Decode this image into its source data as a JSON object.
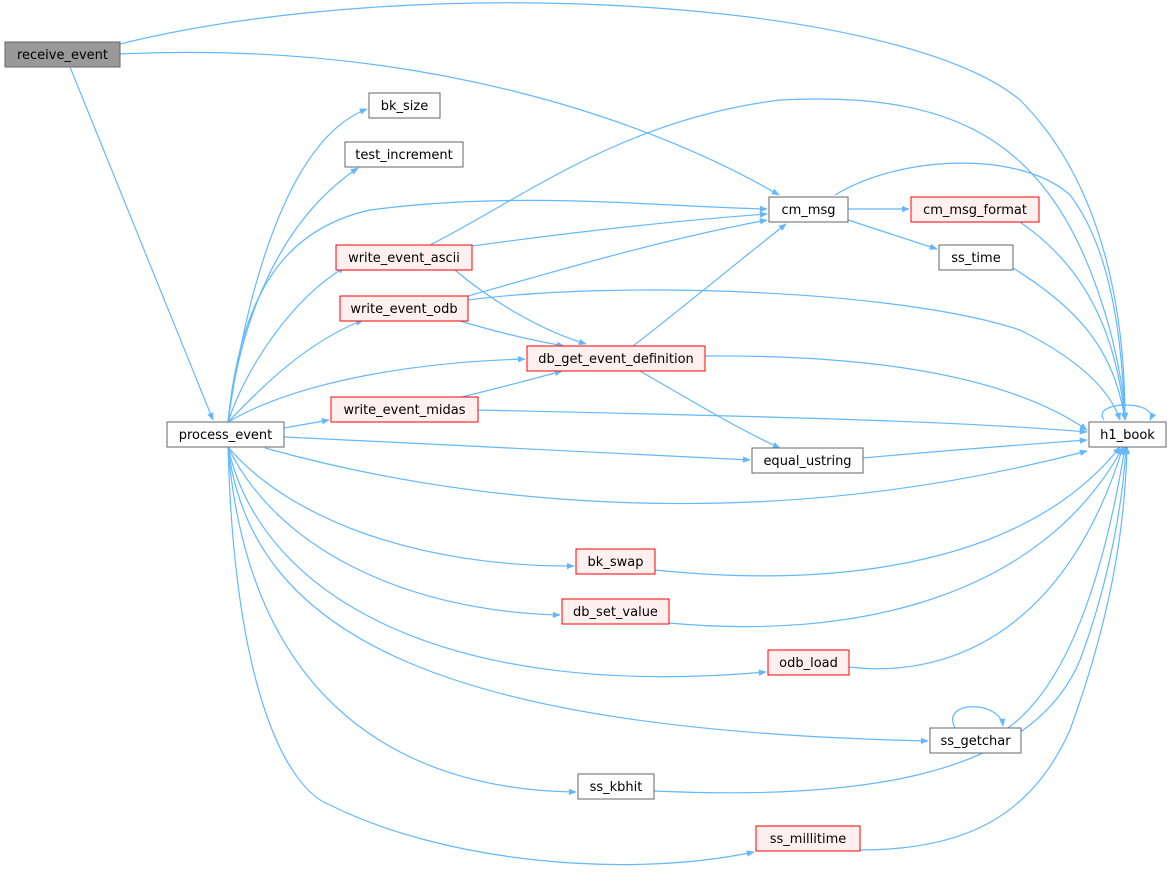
{
  "colors": {
    "edge": "#63b8ff",
    "node_border": "#666666",
    "node_fill": "#ffffff",
    "focus_fill": "#999999",
    "focus_border": "#666666",
    "ref_border": "#ff0000",
    "ref_fill": "#fff0f0"
  },
  "nodes": [
    {
      "id": "receive_event",
      "label": "receive_event",
      "kind": "focus"
    },
    {
      "id": "process_event",
      "label": "process_event",
      "kind": "plain"
    },
    {
      "id": "bk_size",
      "label": "bk_size",
      "kind": "plain"
    },
    {
      "id": "test_increment",
      "label": "test_increment",
      "kind": "plain"
    },
    {
      "id": "cm_msg",
      "label": "cm_msg",
      "kind": "plain"
    },
    {
      "id": "cm_msg_format",
      "label": "cm_msg_format",
      "kind": "ref"
    },
    {
      "id": "ss_time",
      "label": "ss_time",
      "kind": "plain"
    },
    {
      "id": "write_event_ascii",
      "label": "write_event_ascii",
      "kind": "ref"
    },
    {
      "id": "write_event_odb",
      "label": "write_event_odb",
      "kind": "ref"
    },
    {
      "id": "db_get_event_definition",
      "label": "db_get_event_definition",
      "kind": "ref"
    },
    {
      "id": "write_event_midas",
      "label": "write_event_midas",
      "kind": "ref"
    },
    {
      "id": "h1_book",
      "label": "h1_book",
      "kind": "plain"
    },
    {
      "id": "equal_ustring",
      "label": "equal_ustring",
      "kind": "plain"
    },
    {
      "id": "bk_swap",
      "label": "bk_swap",
      "kind": "ref"
    },
    {
      "id": "db_set_value",
      "label": "db_set_value",
      "kind": "ref"
    },
    {
      "id": "odb_load",
      "label": "odb_load",
      "kind": "ref"
    },
    {
      "id": "ss_getchar",
      "label": "ss_getchar",
      "kind": "plain"
    },
    {
      "id": "ss_kbhit",
      "label": "ss_kbhit",
      "kind": "plain"
    },
    {
      "id": "ss_millitime",
      "label": "ss_millitime",
      "kind": "ref"
    }
  ],
  "edges": [
    {
      "from": "receive_event",
      "to": "process_event"
    },
    {
      "from": "receive_event",
      "to": "cm_msg"
    },
    {
      "from": "receive_event",
      "to": "h1_book"
    },
    {
      "from": "process_event",
      "to": "bk_size"
    },
    {
      "from": "process_event",
      "to": "test_increment"
    },
    {
      "from": "process_event",
      "to": "cm_msg"
    },
    {
      "from": "process_event",
      "to": "write_event_ascii"
    },
    {
      "from": "process_event",
      "to": "write_event_odb"
    },
    {
      "from": "process_event",
      "to": "db_get_event_definition"
    },
    {
      "from": "process_event",
      "to": "write_event_midas"
    },
    {
      "from": "process_event",
      "to": "equal_ustring"
    },
    {
      "from": "process_event",
      "to": "h1_book"
    },
    {
      "from": "process_event",
      "to": "bk_swap"
    },
    {
      "from": "process_event",
      "to": "db_set_value"
    },
    {
      "from": "process_event",
      "to": "odb_load"
    },
    {
      "from": "process_event",
      "to": "ss_getchar"
    },
    {
      "from": "process_event",
      "to": "ss_kbhit"
    },
    {
      "from": "process_event",
      "to": "ss_millitime"
    },
    {
      "from": "cm_msg",
      "to": "cm_msg_format"
    },
    {
      "from": "cm_msg",
      "to": "ss_time"
    },
    {
      "from": "cm_msg",
      "to": "h1_book"
    },
    {
      "from": "cm_msg_format",
      "to": "h1_book"
    },
    {
      "from": "ss_time",
      "to": "h1_book"
    },
    {
      "from": "write_event_ascii",
      "to": "cm_msg"
    },
    {
      "from": "write_event_ascii",
      "to": "db_get_event_definition"
    },
    {
      "from": "write_event_ascii",
      "to": "h1_book"
    },
    {
      "from": "write_event_odb",
      "to": "cm_msg"
    },
    {
      "from": "write_event_odb",
      "to": "db_get_event_definition"
    },
    {
      "from": "write_event_odb",
      "to": "h1_book"
    },
    {
      "from": "db_get_event_definition",
      "to": "cm_msg"
    },
    {
      "from": "db_get_event_definition",
      "to": "equal_ustring"
    },
    {
      "from": "db_get_event_definition",
      "to": "h1_book"
    },
    {
      "from": "write_event_midas",
      "to": "db_get_event_definition"
    },
    {
      "from": "write_event_midas",
      "to": "h1_book"
    },
    {
      "from": "equal_ustring",
      "to": "h1_book"
    },
    {
      "from": "bk_swap",
      "to": "h1_book"
    },
    {
      "from": "db_set_value",
      "to": "h1_book"
    },
    {
      "from": "odb_load",
      "to": "h1_book"
    },
    {
      "from": "ss_getchar",
      "to": "h1_book"
    },
    {
      "from": "ss_getchar",
      "to": "ss_getchar"
    },
    {
      "from": "ss_kbhit",
      "to": "h1_book"
    },
    {
      "from": "ss_millitime",
      "to": "h1_book"
    },
    {
      "from": "h1_book",
      "to": "h1_book"
    }
  ]
}
